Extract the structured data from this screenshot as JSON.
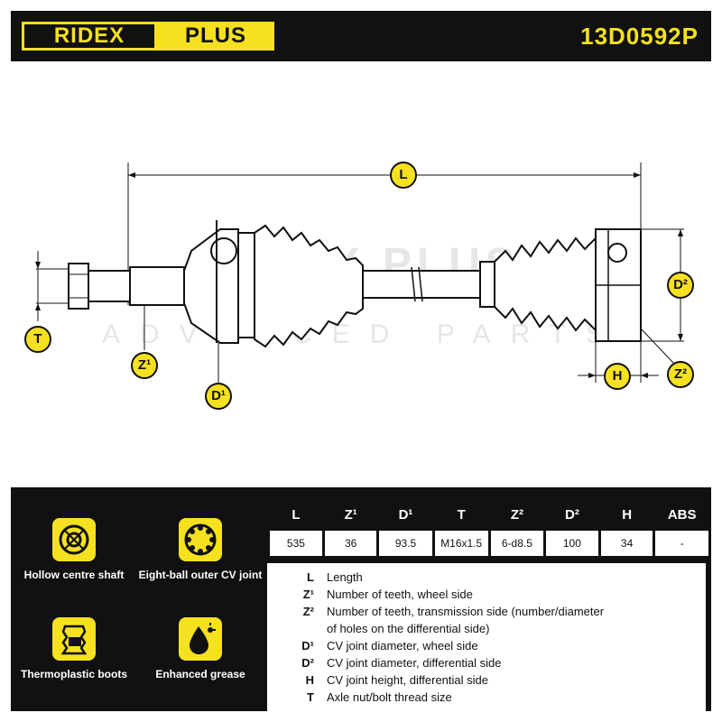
{
  "header": {
    "brand_left": "RIDEX",
    "brand_right": "PLUS",
    "part_number": "13D0592P"
  },
  "watermark": {
    "line1": "RIDEX PLUS",
    "line2": "ADVANCED PARTS"
  },
  "dimension_labels": {
    "L": "L",
    "T": "T",
    "Z1": "Z¹",
    "D1": "D¹",
    "D2": "D²",
    "H": "H",
    "Z2": "Z²"
  },
  "features": [
    {
      "label": "Hollow centre shaft",
      "icon": "hollow-shaft-icon"
    },
    {
      "label": "Eight-ball outer CV joint",
      "icon": "eight-ball-joint-icon"
    },
    {
      "label": "Thermoplastic boots",
      "icon": "tpe-boot-icon"
    },
    {
      "label": "Enhanced grease",
      "icon": "grease-icon"
    }
  ],
  "spec_table": {
    "headers": [
      "L",
      "Z¹",
      "D¹",
      "T",
      "Z²",
      "D²",
      "H",
      "ABS"
    ],
    "values": [
      "535",
      "36",
      "93.5",
      "M16x1.5",
      "6-d8.5",
      "100",
      "34",
      "-"
    ]
  },
  "legend": [
    {
      "key": "L",
      "text": "Length"
    },
    {
      "key": "Z¹",
      "text": "Number of teeth, wheel side"
    },
    {
      "key": "Z²",
      "text": "Number of teeth, transmission side (number/diameter"
    },
    {
      "key": "",
      "text": "of holes on the differential side)"
    },
    {
      "key": "D¹",
      "text": "CV joint diameter, wheel side"
    },
    {
      "key": "D²",
      "text": "CV joint diameter, differential side"
    },
    {
      "key": "H",
      "text": "CV joint height, differential side"
    },
    {
      "key": "T",
      "text": "Axle nut/bolt thread size"
    }
  ],
  "colors": {
    "accent": "#f5e11f",
    "dark": "#111111",
    "light": "#ffffff"
  }
}
